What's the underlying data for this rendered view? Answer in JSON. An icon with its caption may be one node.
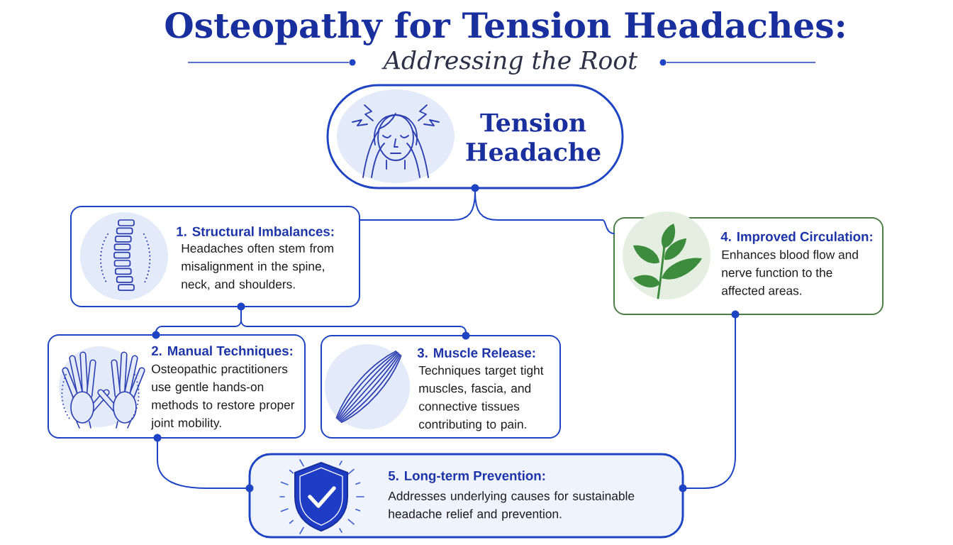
{
  "diagram": {
    "title": "Osteopathy for Tension Headaches:",
    "nodes": [
      {
        "text": [
          "Tension Headache"
        ]
      },
      {
        "text": [
          "1. Structural Imbalances:",
          "Headaches often stem from misalignment in the spine, neck, and shoulders."
        ]
      },
      {
        "text": [
          "2. Manual Techniques:",
          "Osteopathic practitioners use gentle hands-on methods to restore proper joint mobility."
        ]
      },
      {
        "text": [
          "3. Muscle Release:",
          "Techniques target tight muscles, fascia, and connective tissues contributing to pain."
        ]
      },
      {
        "text": [
          "4. Improved Circulation:",
          "Enhances blood flow and nerve function to the affected areas."
        ]
      },
      {
        "text": [
          "5. Long-term Prevention:",
          "Addresses underlying causes for sustainable headache relief and prevention."
        ]
      }
    ],
    "edges": [
      {
        "from": 0,
        "to": 1,
        "arrow": "none"
      },
      {
        "from": 0,
        "to": 4,
        "arrow": "none"
      },
      {
        "from": 1,
        "to": 2,
        "arrow": "none"
      },
      {
        "from": 1,
        "to": 3,
        "arrow": "none"
      },
      {
        "from": 2,
        "to": 5,
        "arrow": "none"
      },
      {
        "from": 4,
        "to": 5,
        "arrow": "none"
      }
    ],
    "labels": [
      "Addressing the Root"
    ]
  }
}
